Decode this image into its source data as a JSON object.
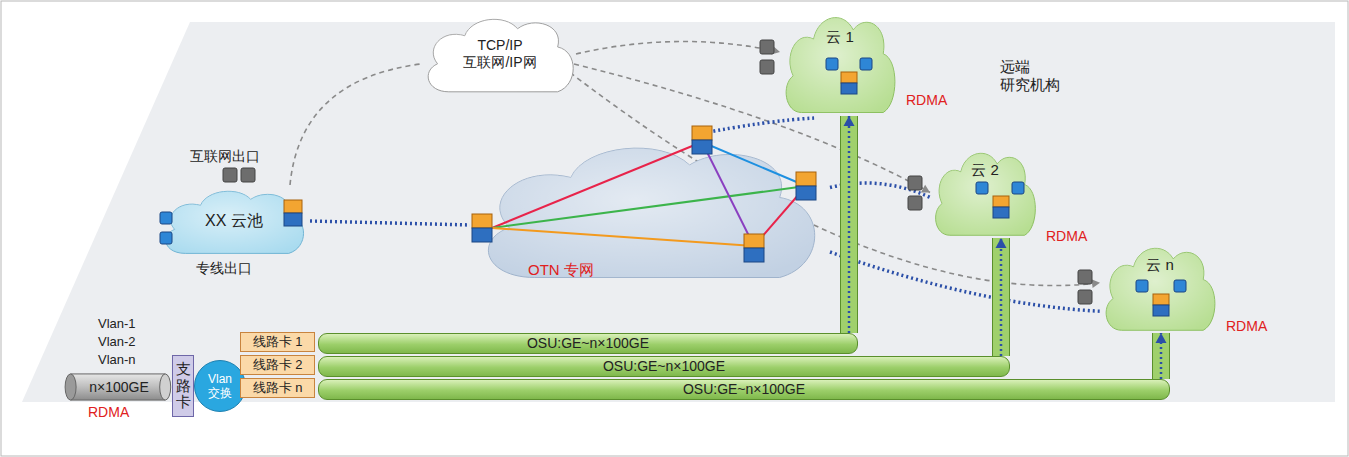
{
  "diagram": {
    "nodes": [
      {
        "text": [
          "XX 云池"
        ]
      },
      {
        "text": [
          "TCP/IP 互联网/IP网"
        ]
      },
      {
        "text": [
          "OTN 专网"
        ]
      },
      {
        "text": [
          "云 1"
        ]
      },
      {
        "text": [
          "云 2"
        ]
      },
      {
        "text": [
          "云 n"
        ]
      },
      {
        "text": [
          "n×100GE"
        ]
      },
      {
        "text": [
          "支路卡"
        ]
      },
      {
        "text": [
          "Vlan 交换"
        ]
      },
      {
        "text": [
          "线路卡 1"
        ]
      },
      {
        "text": [
          "线路卡 2"
        ]
      },
      {
        "text": [
          "线路卡 n"
        ]
      },
      {
        "text": [
          "OSU:GE~n×100GE"
        ]
      },
      {
        "text": [
          "OSU:GE~n×100GE"
        ]
      },
      {
        "text": [
          "OSU:GE~n×100GE"
        ]
      }
    ],
    "edges": [
      {
        "from": 0,
        "to": 1,
        "arrow": "none"
      },
      {
        "from": 1,
        "to": 3,
        "arrow": "to"
      },
      {
        "from": 1,
        "to": 4,
        "arrow": "to"
      },
      {
        "from": 1,
        "to": 5,
        "arrow": "to"
      },
      {
        "from": 0,
        "to": 2,
        "arrow": "none"
      },
      {
        "from": 2,
        "to": 3,
        "arrow": "none"
      },
      {
        "from": 2,
        "to": 4,
        "arrow": "none"
      },
      {
        "from": 2,
        "to": 5,
        "arrow": "none"
      },
      {
        "from": 12,
        "to": 3,
        "arrow": "to"
      },
      {
        "from": 13,
        "to": 4,
        "arrow": "to"
      },
      {
        "from": 14,
        "to": 5,
        "arrow": "to"
      }
    ],
    "labels": [
      "互联网出口",
      "专线出口",
      "Vlan-1",
      "Vlan-2",
      "Vlan-n",
      "RDMA",
      "RDMA",
      "RDMA",
      "RDMA",
      "远端 研究机构"
    ]
  }
}
